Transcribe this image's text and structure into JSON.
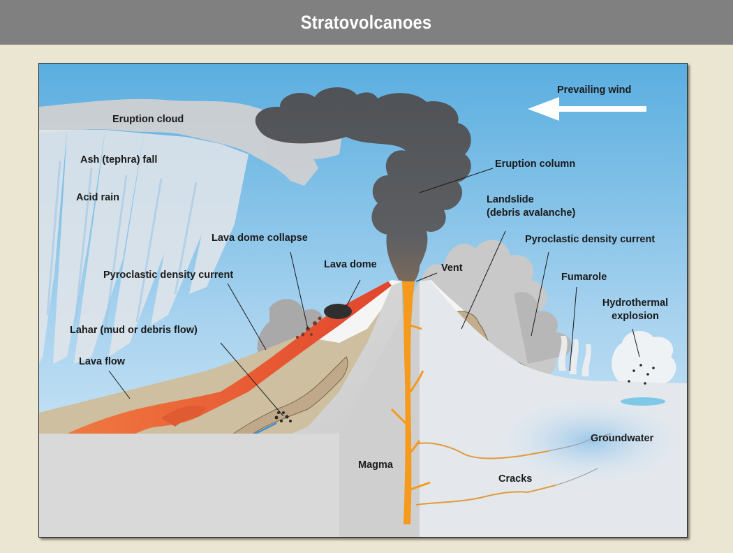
{
  "title": "Stratovolcanoes",
  "labels": {
    "eruption_cloud": "Eruption cloud",
    "ash_fall": "Ash (tephra) fall",
    "acid_rain": "Acid rain",
    "lava_dome_collapse": "Lava dome collapse",
    "lava_dome": "Lava dome",
    "vent": "Vent",
    "pdc_left": "Pyroclastic density current",
    "lahar": "Lahar (mud or debris flow)",
    "lava_flow": "Lava flow",
    "prevailing_wind": "Prevailing wind",
    "eruption_column": "Eruption column",
    "landslide_line1": "Landslide",
    "landslide_line2": "(debris avalanche)",
    "pdc_right": "Pyroclastic density current",
    "fumarole": "Fumarole",
    "hydrothermal_line1": "Hydrothermal",
    "hydrothermal_line2": "explosion",
    "groundwater": "Groundwater",
    "magma": "Magma",
    "cracks": "Cracks"
  },
  "colors": {
    "header": "#808080",
    "page_background": "#ebe6d1",
    "sky_top": "#5aaee0",
    "sky_bottom": "#d8ecf8",
    "ash_column": "#55585c",
    "magma": "#f08a1e",
    "lava": "#e0502a",
    "ground": "#cfc1a1",
    "cross_section": "#d6d6d6"
  },
  "icons": [
    "wind-arrow-icon"
  ]
}
